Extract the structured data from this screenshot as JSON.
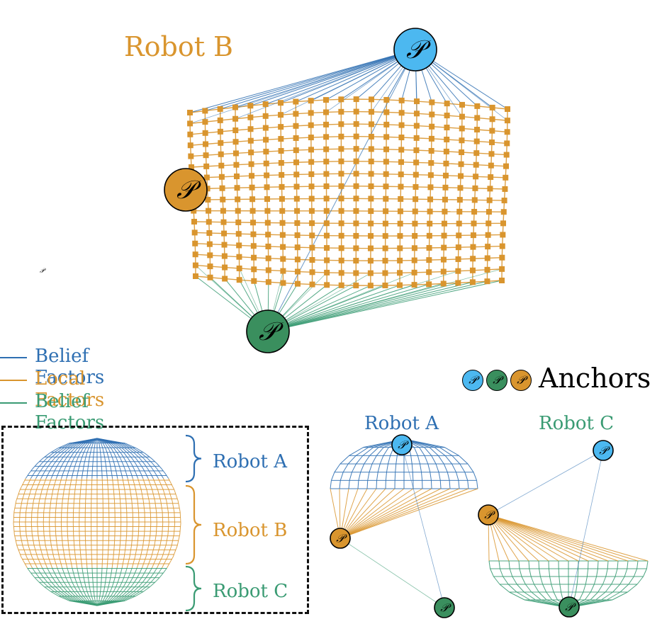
{
  "title": "Robot B",
  "legend": [
    {
      "label": "Belief Factors",
      "color": "#2E6FB2"
    },
    {
      "label": "Local Factors",
      "color": "#D9952E"
    },
    {
      "label": "Belief Factors",
      "color": "#3A9B73"
    }
  ],
  "anchors": {
    "label": "Anchors",
    "symbol": "𝒫",
    "colors": [
      "#4CB8F0",
      "#3A8F5E",
      "#D9952E"
    ]
  },
  "sphere_labels": [
    "Robot A",
    "Robot B",
    "Robot C"
  ],
  "subgraphs": {
    "robot_a": "Robot A",
    "robot_c": "Robot C"
  },
  "colors": {
    "belief_a": "#2E6FB2",
    "local": "#D9952E",
    "belief_c": "#3A9B73",
    "anchor_a": "#4CB8F0",
    "anchor_b": "#D9952E",
    "anchor_c": "#3A8F5E"
  },
  "node_symbol": "𝒫"
}
